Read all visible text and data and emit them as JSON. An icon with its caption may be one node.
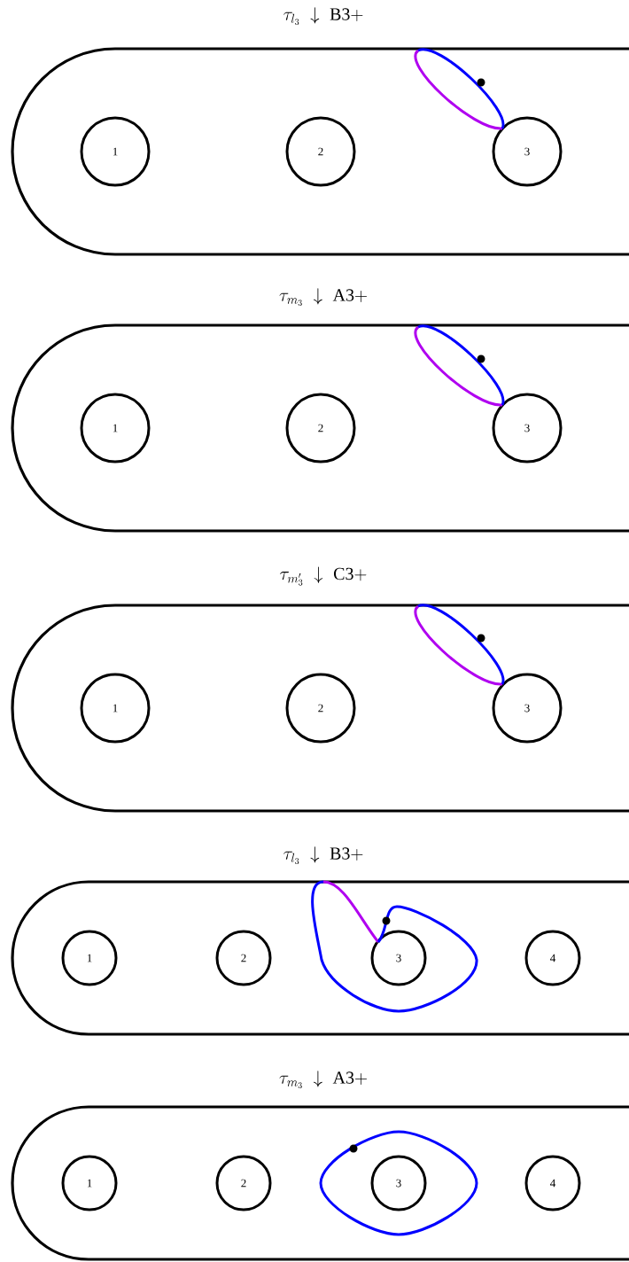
{
  "diagram": {
    "nodes": [
      {
        "text": [
          "\\tau_{l_3}\\;\\downarrow\\;\\mathrm{B3+}"
        ]
      },
      {
        "text": [
          "1"
        ],
        "in": 0
      },
      {
        "text": [
          "2"
        ],
        "in": 0
      },
      {
        "text": [
          "3"
        ],
        "in": 0
      },
      {
        "text": [
          "\\tau_{m_3}\\;\\downarrow\\;\\mathrm{A3+}"
        ]
      },
      {
        "text": [
          "1"
        ],
        "in": 4
      },
      {
        "text": [
          "2"
        ],
        "in": 4
      },
      {
        "text": [
          "3"
        ],
        "in": 4
      },
      {
        "text": [
          "\\tau_{m'_3}\\;\\downarrow\\;\\mathrm{C3+}"
        ]
      },
      {
        "text": [
          "1"
        ],
        "in": 8
      },
      {
        "text": [
          "2"
        ],
        "in": 8
      },
      {
        "text": [
          "3"
        ],
        "in": 8
      },
      {
        "text": [
          "\\tau_{l_3}\\;\\downarrow\\;\\mathrm{B3+}"
        ]
      },
      {
        "text": [
          "1"
        ],
        "in": 12
      },
      {
        "text": [
          "2"
        ],
        "in": 12
      },
      {
        "text": [
          "3"
        ],
        "in": 12
      },
      {
        "text": [
          "4"
        ],
        "in": 12
      },
      {
        "text": [
          "\\tau_{m_3}\\;\\downarrow\\;\\mathrm{A3+}"
        ]
      },
      {
        "text": [
          "1"
        ],
        "in": 17
      },
      {
        "text": [
          "2"
        ],
        "in": 17
      },
      {
        "text": [
          "3"
        ],
        "in": 17
      },
      {
        "text": [
          "4"
        ],
        "in": 17
      }
    ]
  }
}
